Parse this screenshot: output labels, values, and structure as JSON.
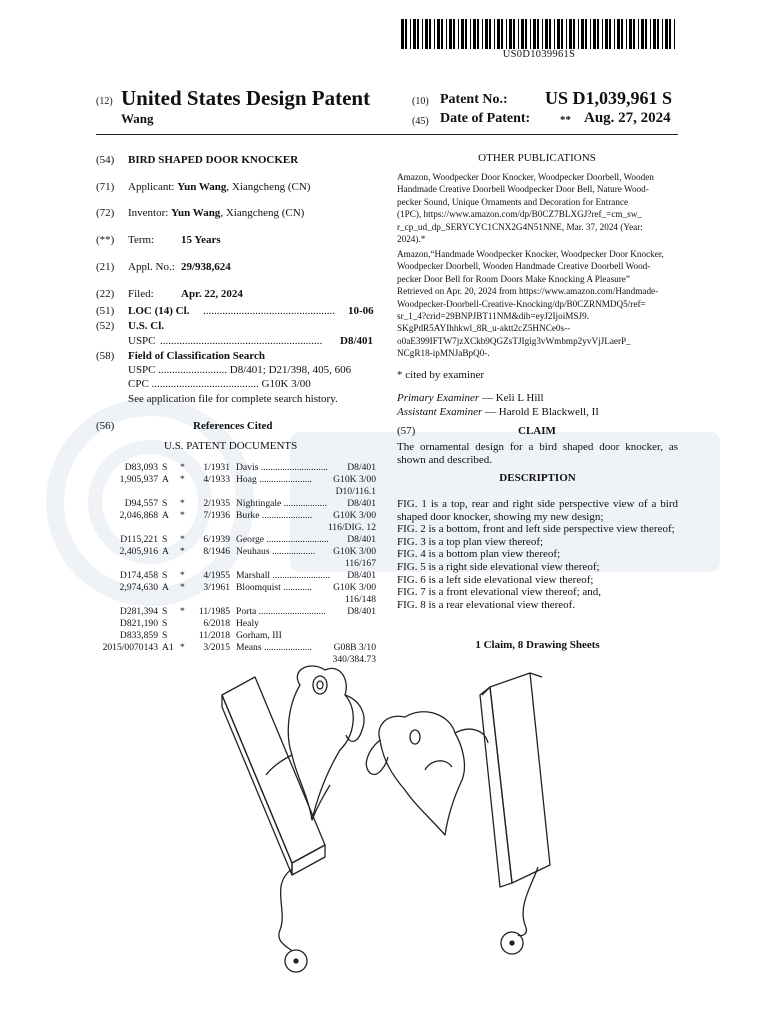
{
  "pub_number": "US0D1039961S",
  "header": {
    "code12": "(12)",
    "title": "United States Design Patent",
    "inventor_surname": "Wang",
    "code10": "(10)",
    "patent_no_label": "Patent No.:",
    "patent_no_value": "US D1,039,961 S",
    "code45": "(45)",
    "date_label": "Date of Patent:",
    "date_stars": "**",
    "date_value": "Aug. 27, 2024"
  },
  "left": {
    "f54": {
      "code": "(54)",
      "text": "BIRD SHAPED DOOR KNOCKER"
    },
    "f71": {
      "code": "(71)",
      "label": "Applicant:",
      "name": "Yun Wang",
      "loc": ", Xiangcheng (CN)"
    },
    "f72": {
      "code": "(72)",
      "label": "Inventor:",
      "name": "Yun Wang",
      "loc": ", Xiangcheng (CN)"
    },
    "fterm": {
      "code": "(**)",
      "label": "Term:",
      "value": "15 Years"
    },
    "f21": {
      "code": "(21)",
      "label": "Appl. No.:",
      "value": "29/938,624"
    },
    "f22": {
      "code": "(22)",
      "label": "Filed:",
      "value": "Apr. 22, 2024"
    },
    "f51": {
      "code": "(51)",
      "label": "LOC (14) Cl.",
      "dots": "................................................",
      "value": "10-06"
    },
    "f52": {
      "code": "(52)",
      "label": "U.S. Cl.",
      "sub": "USPC",
      "dots": "...........................................................",
      "value": "D8/401"
    },
    "f58": {
      "code": "(58)",
      "label": "Field of Classification Search",
      "uspc": "USPC ......................... D8/401; D21/398, 405, 606",
      "cpc": "CPC ....................................... G10K 3/00",
      "note": "See application file for complete search history."
    },
    "f56": {
      "code": "(56)",
      "label": "References Cited",
      "sub": "U.S. PATENT DOCUMENTS"
    },
    "refs": [
      {
        "num": "D83,093",
        "kind": "S",
        "star": "*",
        "date": "1/1931",
        "name": "Davis",
        "dots": "............................",
        "cls": "D8/401"
      },
      {
        "num": "1,905,937",
        "kind": "A",
        "star": "*",
        "date": "4/1933",
        "name": "Hoag",
        "dots": "......................",
        "cls": "G10K 3/00"
      },
      {
        "num": "D94,557",
        "kind": "S",
        "star": "*",
        "date": "2/1935",
        "name": "Nightingale",
        "dots": "..................",
        "cls": "D8/401"
      },
      {
        "num": "2,046,868",
        "kind": "A",
        "star": "*",
        "date": "7/1936",
        "name": "Burke",
        "dots": ".....................",
        "cls": "G10K 3/00"
      },
      {
        "num": "D115,221",
        "kind": "S",
        "star": "*",
        "date": "6/1939",
        "name": "George",
        "dots": "..........................",
        "cls": "D8/401"
      },
      {
        "num": "2,405,916",
        "kind": "A",
        "star": "*",
        "date": "8/1946",
        "name": "Neuhaus",
        "dots": "..................",
        "cls": "G10K 3/00"
      },
      {
        "num": "D174,458",
        "kind": "S",
        "star": "*",
        "date": "4/1955",
        "name": "Marshall",
        "dots": "........................",
        "cls": "D8/401"
      },
      {
        "num": "2,974,630",
        "kind": "A",
        "star": "*",
        "date": "3/1961",
        "name": "Bloomquist",
        "dots": "............",
        "cls": "G10K 3/00"
      },
      {
        "num": "D281,394",
        "kind": "S",
        "star": "*",
        "date": "11/1985",
        "name": "Porta",
        "dots": "............................",
        "cls": "D8/401"
      },
      {
        "num": "D821,190",
        "kind": "S",
        "star": "",
        "date": "6/2018",
        "name": "Healy",
        "dots": "",
        "cls": ""
      },
      {
        "num": "D833,859",
        "kind": "S",
        "star": "",
        "date": "11/2018",
        "name": "Gorham, III",
        "dots": "",
        "cls": ""
      },
      {
        "num": "2015/0070143",
        "kind": "A1",
        "star": "*",
        "date": "3/2015",
        "name": "Means",
        "dots": "....................",
        "cls": "G08B 3/10"
      }
    ],
    "ref_cont": {
      "hoag": "D10/116.1",
      "burke": "116/DIG. 12",
      "neuhaus": "116/167",
      "bloomquist": "116/148",
      "means": "340/384.73"
    }
  },
  "right": {
    "other_pub_title": "OTHER PUBLICATIONS",
    "pub1": [
      "Amazon, Woodpecker Door Knocker, Woodpecker Doorbell, Wooden",
      "Handmade Creative Doorbell Woodpecker Door Bell, Nature Wood-",
      "pecker Sound, Unique Ornaments and Decoration for Entrance",
      "(1PC), https://www.amazon.com/dp/B0CZ7BLXGJ?ref_=cm_sw_",
      "r_cp_ud_dp_SERYCYC1CNX2G4N51NNE, Mar. 37, 2024 (Year:",
      "2024).*"
    ],
    "pub2": [
      "Amazon,“Handmade Woodpecker Knocker, Woodpecker Door Knocker,",
      "Woodpecker Doorbell, Wooden Handmade Creative Doorbell Wood-",
      "pecker Door Bell for Room Doors Make Knocking A Pleasure”",
      "Retrieved on Apr. 20, 2024 from https://www.amazon.com/Handmade-",
      "Woodpecker-Doorbell-Creative-Knocking/dp/B0CZRNMDQ5/ref=",
      "sr_1_4?crid=29BNPJBT11NM&dib=eyJ2IjoiMSJ9.",
      "SKgPdR5AYIhhkwl_8R_u-aktt2cZ5HNCe0s--",
      "o0aE399IFTW7jzXCkb9QGZsTJIgig3vWmbmp2yvVjJLaerP_",
      "NCgR18-ipMNJaBpQ0-."
    ],
    "cited": "* cited by examiner",
    "primary_label": "Primary Examiner",
    "primary_value": " — Keli L Hill",
    "assistant_label": "Assistant Examiner",
    "assistant_value": " — Harold E Blackwell, II",
    "claim_code": "(57)",
    "claim_title": "CLAIM",
    "claim_text": "The ornamental design for a bird shaped door knocker, as shown and described.",
    "desc_title": "DESCRIPTION",
    "figs": [
      {
        "label": "FIG. 1",
        "text": " is a top, rear and right side perspective view of a bird shaped door knocker, showing my new design;"
      },
      {
        "label": "FIG. 2",
        "text": " is a bottom, front and left side perspective view thereof;"
      },
      {
        "label": "FIG. 3",
        "text": " is a top plan view thereof;"
      },
      {
        "label": "FIG. 4",
        "text": " is a bottom plan view thereof;"
      },
      {
        "label": "FIG. 5",
        "text": " is a right side elevational view thereof;"
      },
      {
        "label": "FIG. 6",
        "text": " is a left side elevational view thereof;"
      },
      {
        "label": "FIG. 7",
        "text": " is a front elevational view thereof; and,"
      },
      {
        "label": "FIG. 8",
        "text": " is a rear elevational view thereof."
      }
    ],
    "claims_summary": "1 Claim, 8 Drawing Sheets"
  }
}
